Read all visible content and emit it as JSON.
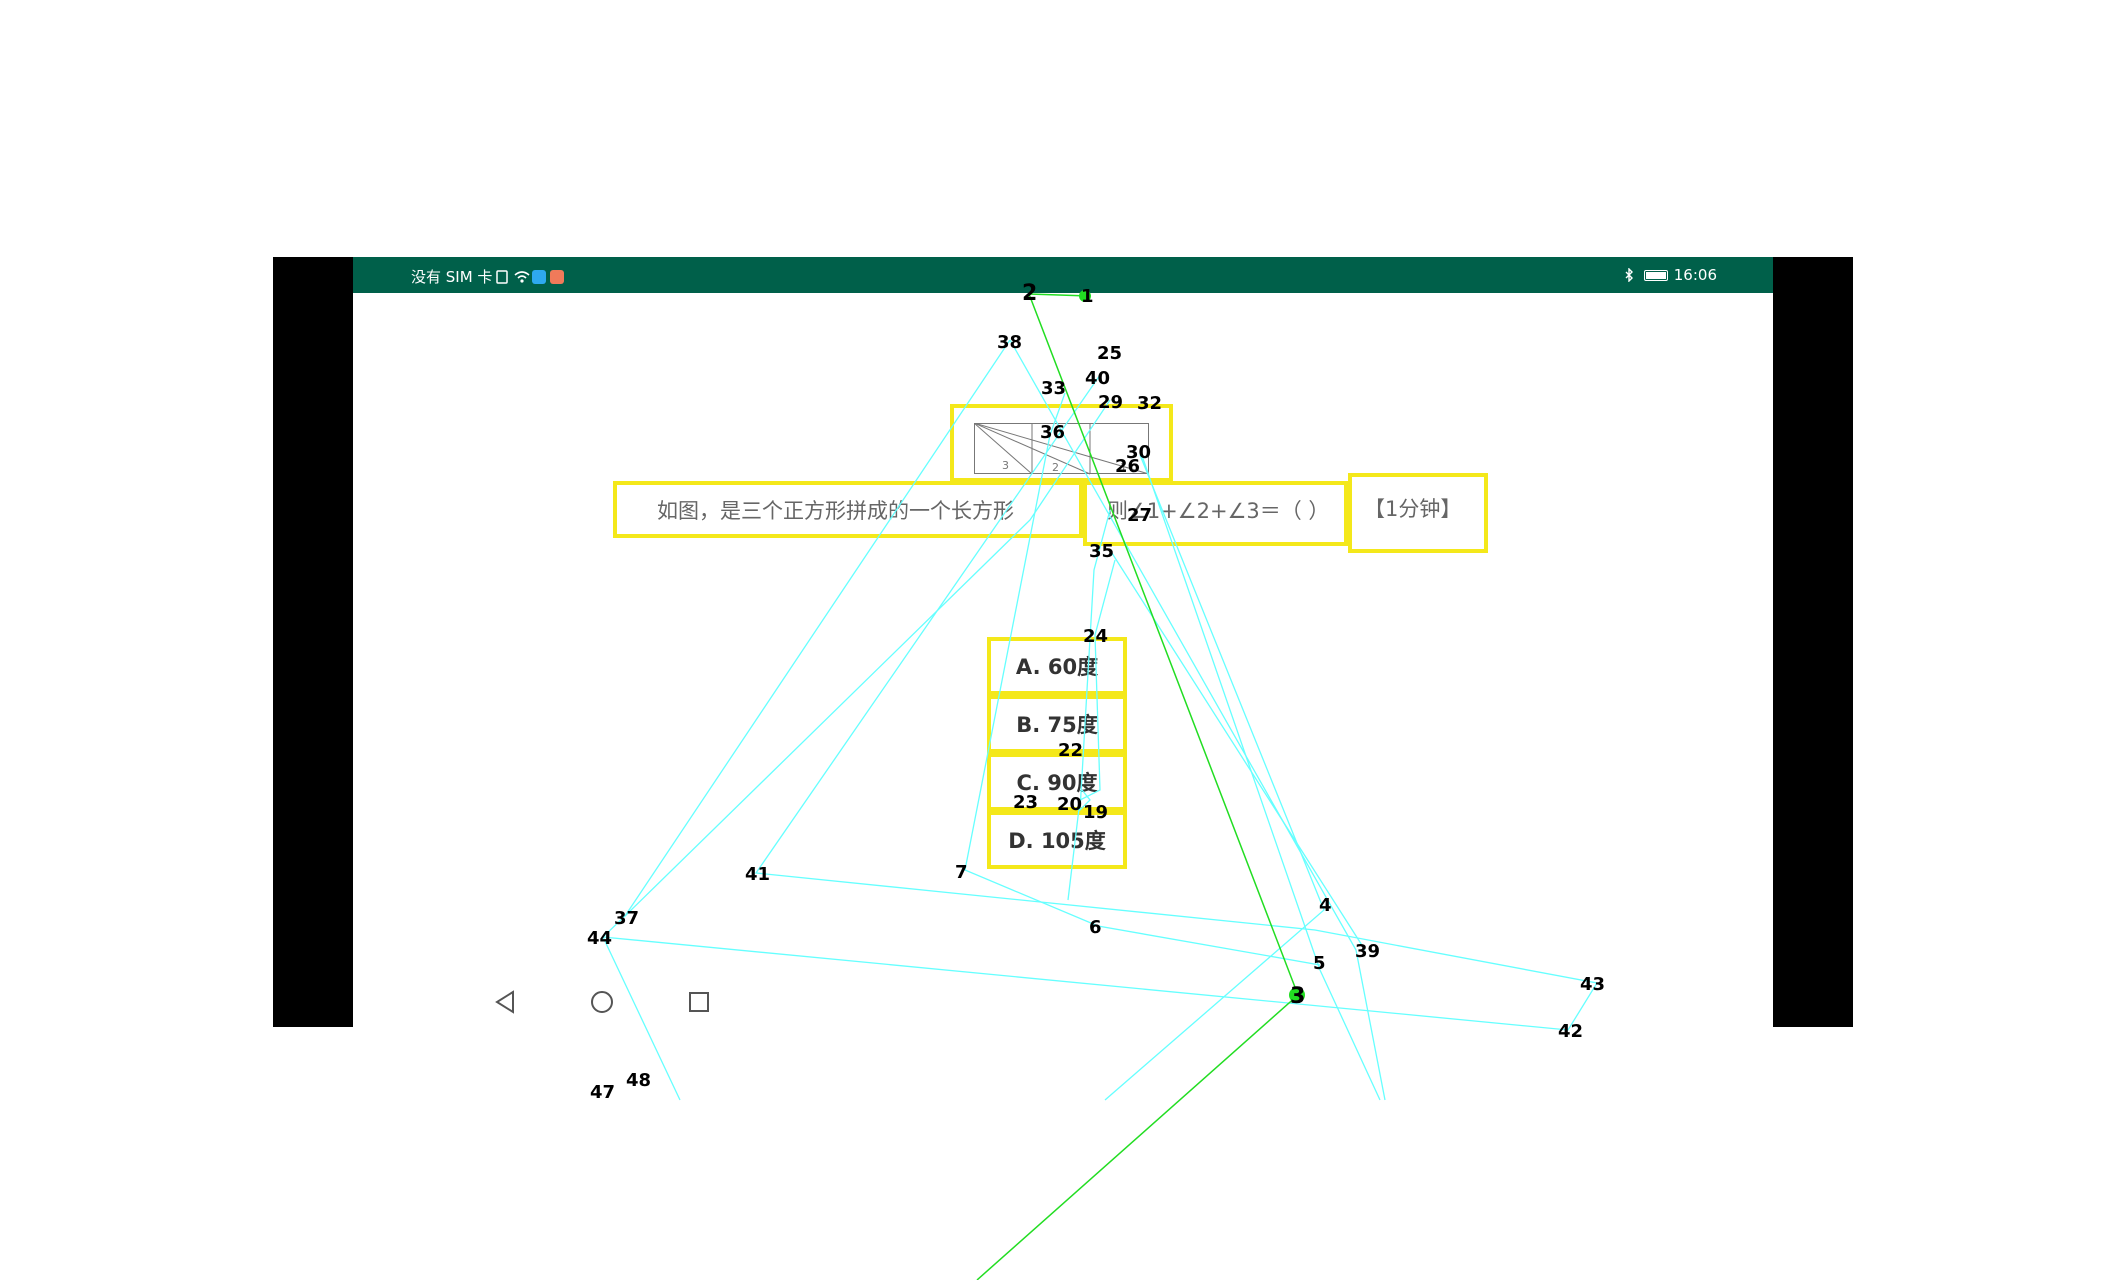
{
  "status_bar": {
    "carrier": "没有 SIM 卡",
    "time": "16:06",
    "color": "#00604a"
  },
  "question": {
    "text_part1": "如图，是三个正方形拼成的一个长方形",
    "text_part2": "则∠1+∠2+∠3＝（  ）",
    "time_label": "【1分钟】",
    "figure_labels": [
      "3",
      "2",
      "1"
    ]
  },
  "options": [
    {
      "label": "A. 60度"
    },
    {
      "label": "B. 75度"
    },
    {
      "label": "C. 90度"
    },
    {
      "label": "D. 105度"
    }
  ],
  "nav": {
    "back_icon": "triangle-back-icon",
    "home_icon": "circle-home-icon",
    "recent_icon": "square-recent-icon"
  },
  "trace_markers": [
    "1",
    "2",
    "3",
    "4",
    "5",
    "6",
    "7",
    "19",
    "20",
    "22",
    "23",
    "24",
    "25",
    "26",
    "27",
    "29",
    "30",
    "32",
    "33",
    "35",
    "36",
    "37",
    "38",
    "39",
    "40",
    "41",
    "42",
    "43",
    "44",
    "47",
    "48"
  ],
  "colors": {
    "highlight": "#f4e81a",
    "trace": "#66ffff",
    "trace_primary": "#22dd22"
  }
}
